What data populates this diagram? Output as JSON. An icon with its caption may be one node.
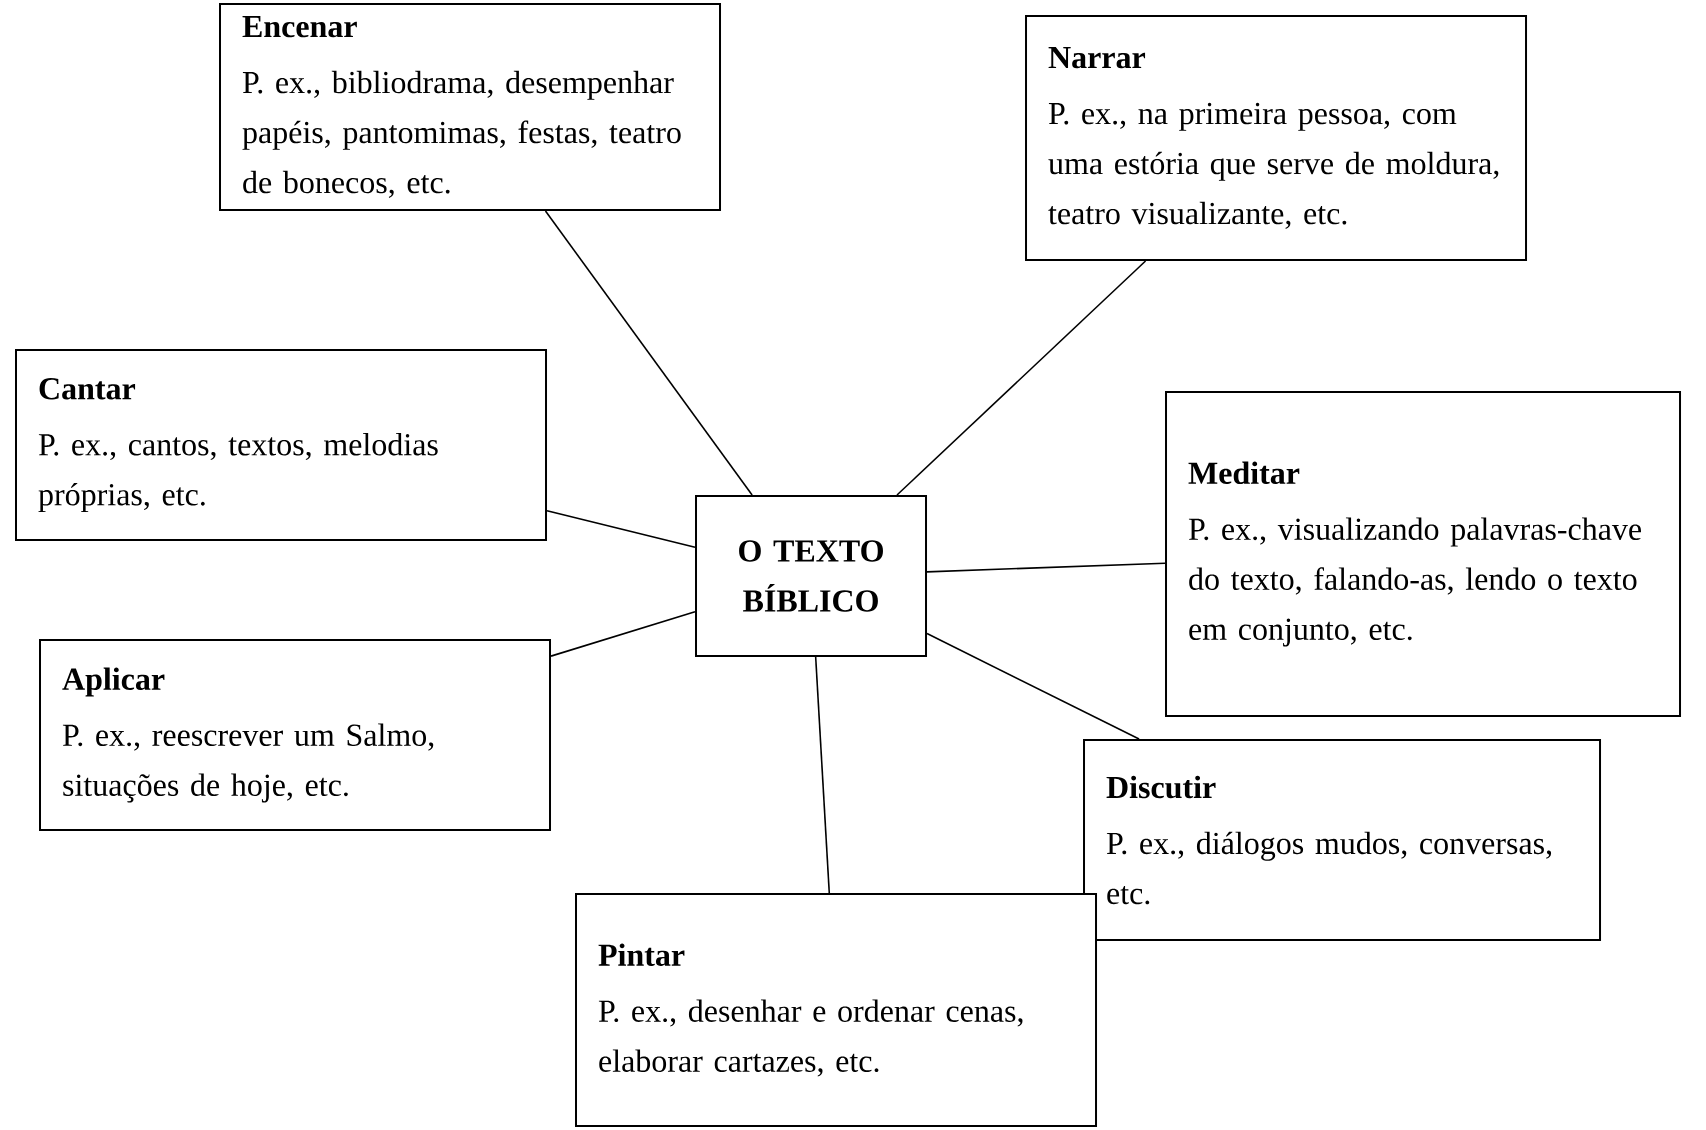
{
  "diagram": {
    "nodes": [
      {
        "text": [
          "O TEXTO BÍBLICO"
        ]
      },
      {
        "text": [
          "Encenar",
          "P. ex., bibliodrama, desempenhar papéis, pantomimas, festas, teatro de bonecos, etc."
        ]
      },
      {
        "text": [
          "Narrar",
          "P. ex., na primeira pessoa, com uma estória que serve de moldura, teatro visualizante, etc."
        ]
      },
      {
        "text": [
          "Cantar",
          "P. ex., cantos, textos, melodias próprias, etc."
        ]
      },
      {
        "text": [
          "Meditar",
          "P. ex., visualizando palavras-chave do texto, falando-as, lendo o texto em conjunto, etc."
        ]
      },
      {
        "text": [
          "Aplicar",
          "P. ex., reescrever um Salmo, situações de hoje, etc."
        ]
      },
      {
        "text": [
          "Discutir",
          "P. ex., diálogos mudos, conversas, etc."
        ]
      },
      {
        "text": [
          "Pintar",
          "P. ex., desenhar e ordenar cenas, elaborar cartazes, etc."
        ]
      }
    ],
    "edges": [
      {
        "from": 0,
        "to": 1,
        "arrow": "none"
      },
      {
        "from": 0,
        "to": 2,
        "arrow": "none"
      },
      {
        "from": 0,
        "to": 3,
        "arrow": "none"
      },
      {
        "from": 0,
        "to": 4,
        "arrow": "none"
      },
      {
        "from": 0,
        "to": 5,
        "arrow": "none"
      },
      {
        "from": 0,
        "to": 6,
        "arrow": "none"
      },
      {
        "from": 0,
        "to": 7,
        "arrow": "none"
      }
    ]
  }
}
